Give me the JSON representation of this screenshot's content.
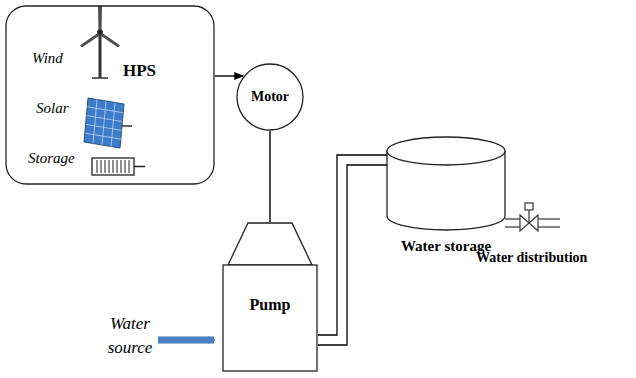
{
  "diagram": {
    "nodes": [
      {
        "text": [
          "HPS"
        ]
      },
      {
        "text": [
          "Motor"
        ]
      },
      {
        "text": [
          "Pump"
        ]
      },
      {
        "text": [
          "Water storage"
        ]
      }
    ],
    "edges": [
      {
        "from": 0,
        "to": 1,
        "arrow": "to"
      },
      {
        "from": 1,
        "to": 2,
        "arrow": "none"
      },
      {
        "from": 2,
        "to": 3,
        "arrow": "none"
      }
    ],
    "labels": [
      "Wind",
      "Solar",
      "Storage",
      "Water source",
      "Water distribution"
    ]
  }
}
